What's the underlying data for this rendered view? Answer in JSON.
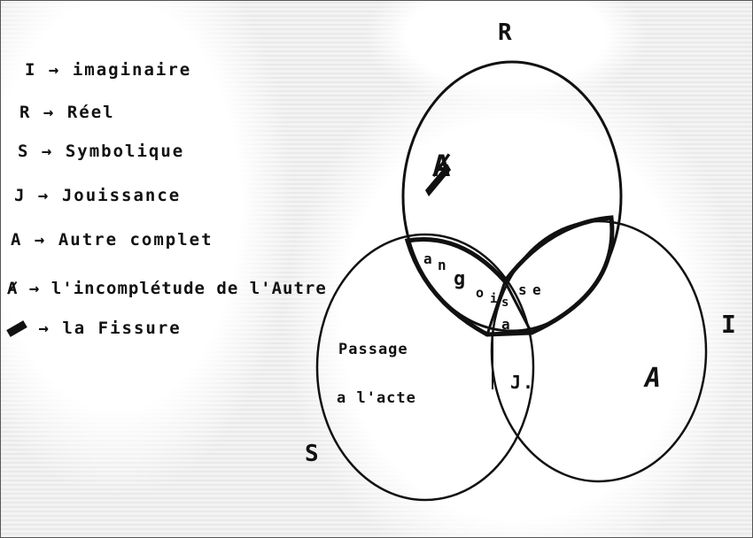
{
  "legend": [
    {
      "key": "I",
      "label": "imaginaire"
    },
    {
      "key": "R",
      "label": "Réel"
    },
    {
      "key": "S",
      "label": "Symbolique"
    },
    {
      "key": "J",
      "label": "Jouissance"
    },
    {
      "key": "A",
      "label": "Autre complet"
    },
    {
      "key": "Ⱥ",
      "label": "l'incomplétude de l'Autre"
    },
    {
      "key": "",
      "label": "la Fissure",
      "icon": "fissure-mark-icon"
    }
  ],
  "arrow": "→",
  "circles": {
    "R": "R",
    "S": "S",
    "I": "I"
  },
  "regions": {
    "passage_line1": "Passage",
    "passage_line2": "a l'acte",
    "angoisse": [
      "a",
      "n",
      "g",
      "o",
      "i",
      "s",
      "s",
      "e"
    ],
    "center": "a",
    "jouissance": "J.",
    "barred_other": "Ⱥ",
    "other": "A"
  }
}
